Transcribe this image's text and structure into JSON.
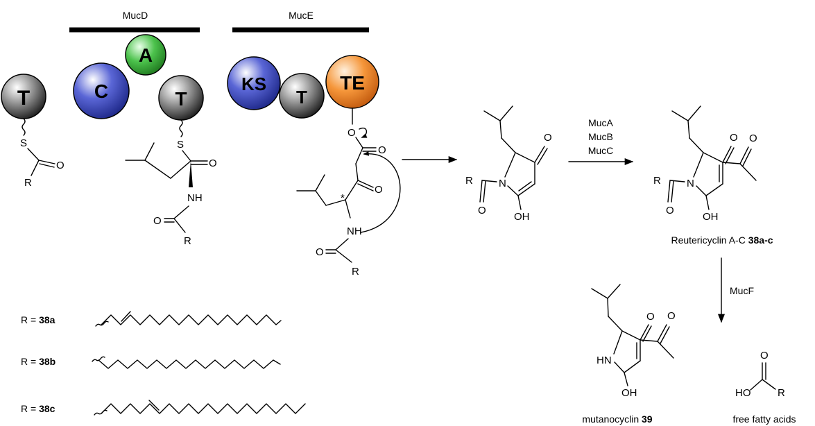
{
  "proteins": {
    "mucd": "MucD",
    "muce": "MucE"
  },
  "domains": {
    "t_loading": "T",
    "c": "C",
    "a": "A",
    "t_mucd": "T",
    "ks": "KS",
    "t_muce": "T",
    "te": "TE"
  },
  "enzymes": {
    "muca": "MucA",
    "mucb": "MucB",
    "mucc": "MucC",
    "mucf": "MucF"
  },
  "atoms": {
    "s": "S",
    "o": "O",
    "r": "R",
    "n": "N",
    "nh": "NH",
    "hn": "HN",
    "oh": "OH",
    "ho": "HO",
    "star": "*"
  },
  "products": {
    "reutericyclin_prefix": "Reutericyclin A-C ",
    "reutericyclin_id": "38a-c",
    "mutanocyclin_prefix": "mutanocyclin ",
    "mutanocyclin_id": "39",
    "ffa": "free fatty acids"
  },
  "r_groups": [
    {
      "prefix": "R = ",
      "id": "38a"
    },
    {
      "prefix": "R = ",
      "id": "38b"
    },
    {
      "prefix": "R = ",
      "id": "38c"
    }
  ],
  "colors": {
    "c_domain": "#3a46b8",
    "a_domain": "#3cab3c",
    "t_domain": "#6e6e6e",
    "ks_domain": "#3a46b8",
    "te_domain": "#f28a2a"
  }
}
